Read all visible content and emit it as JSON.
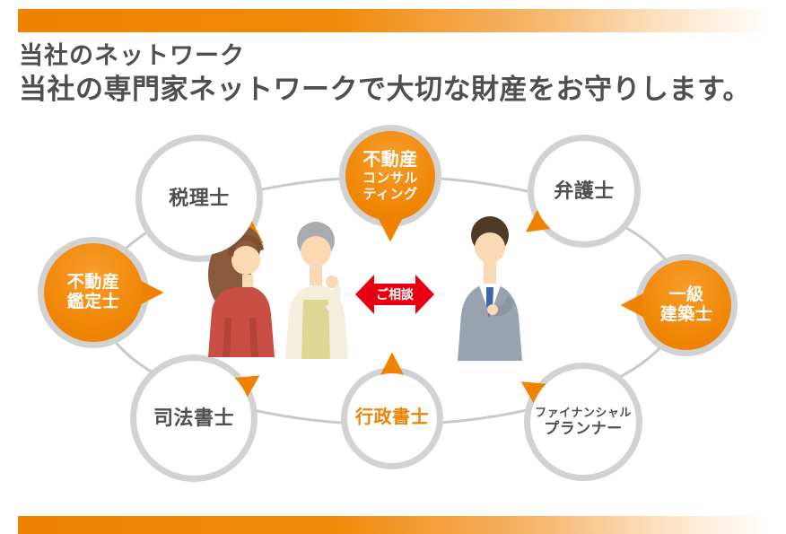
{
  "header": {
    "line1": "当社のネットワーク",
    "line2": "当社の専門家ネットワークで大切な財産をお守りします。"
  },
  "diagram": {
    "center_label": "ご相談",
    "nodes": [
      {
        "id": "real-estate-consulting",
        "lines": [
          "不動産",
          "コンサル",
          "ティング"
        ],
        "style": "orange"
      },
      {
        "id": "tax-accountant",
        "lines": [
          "税理士"
        ],
        "style": "white"
      },
      {
        "id": "lawyer",
        "lines": [
          "弁護士"
        ],
        "style": "white"
      },
      {
        "id": "real-estate-appraiser",
        "lines": [
          "不動産",
          "鑑定士"
        ],
        "style": "orange"
      },
      {
        "id": "first-class-architect",
        "lines": [
          "一級",
          "建築士"
        ],
        "style": "orange"
      },
      {
        "id": "judicial-scrivener",
        "lines": [
          "司法書士"
        ],
        "style": "white"
      },
      {
        "id": "administrative-scrivener",
        "lines": [
          "行政書士"
        ],
        "style": "white-orange-text"
      },
      {
        "id": "financial-planner",
        "lines": [
          "ファイナンシャル",
          "プランナー"
        ],
        "style": "white"
      }
    ]
  },
  "colors": {
    "orange": "#ef8200",
    "ring_gray": "#d2d2d2",
    "text_dark": "#4f4f4f",
    "arrow_red": "#e60012"
  }
}
